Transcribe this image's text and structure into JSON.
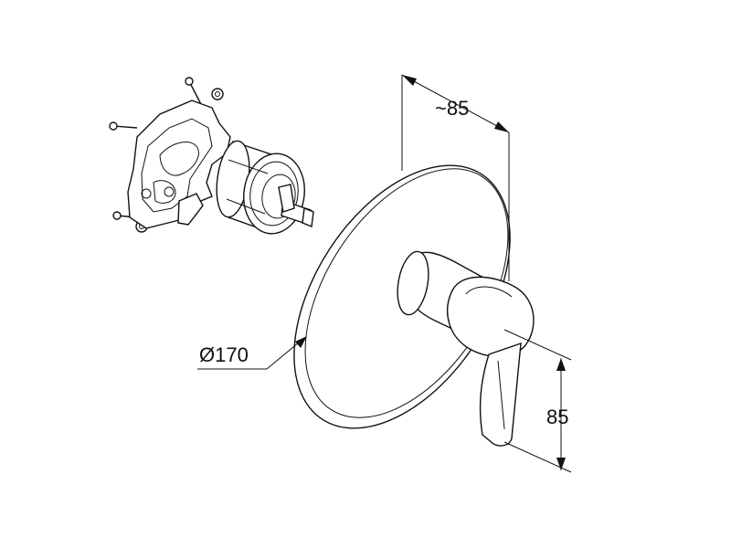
{
  "dimensions": {
    "depth_label": "~85",
    "diameter_label": "Ø170",
    "height_label": "85"
  },
  "colors": {
    "line": "#111111",
    "background": "#ffffff"
  }
}
